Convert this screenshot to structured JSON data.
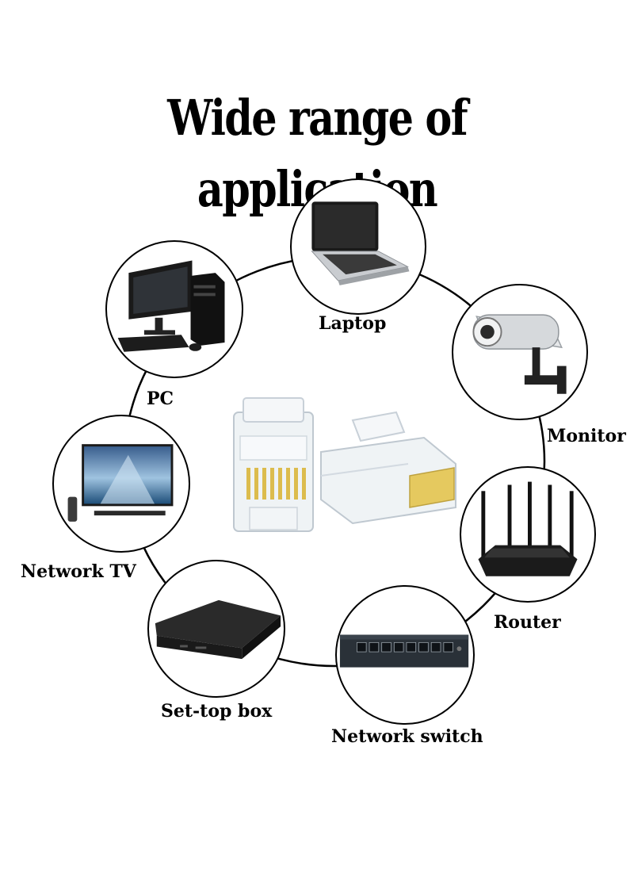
{
  "title": "Wide range of application",
  "devices": {
    "laptop": "Laptop",
    "pc": "PC",
    "monitor": "Monitor",
    "network_tv": "Network TV",
    "router": "Router",
    "set_top_box": "Set-top box",
    "network_switch": "Network switch"
  },
  "icons": {
    "center": "rj45-connector-icon",
    "laptop": "laptop-icon",
    "pc": "desktop-pc-icon",
    "monitor": "security-camera-icon",
    "network_tv": "television-icon",
    "router": "wifi-router-icon",
    "set_top_box": "set-top-box-icon",
    "network_switch": "network-switch-icon"
  }
}
